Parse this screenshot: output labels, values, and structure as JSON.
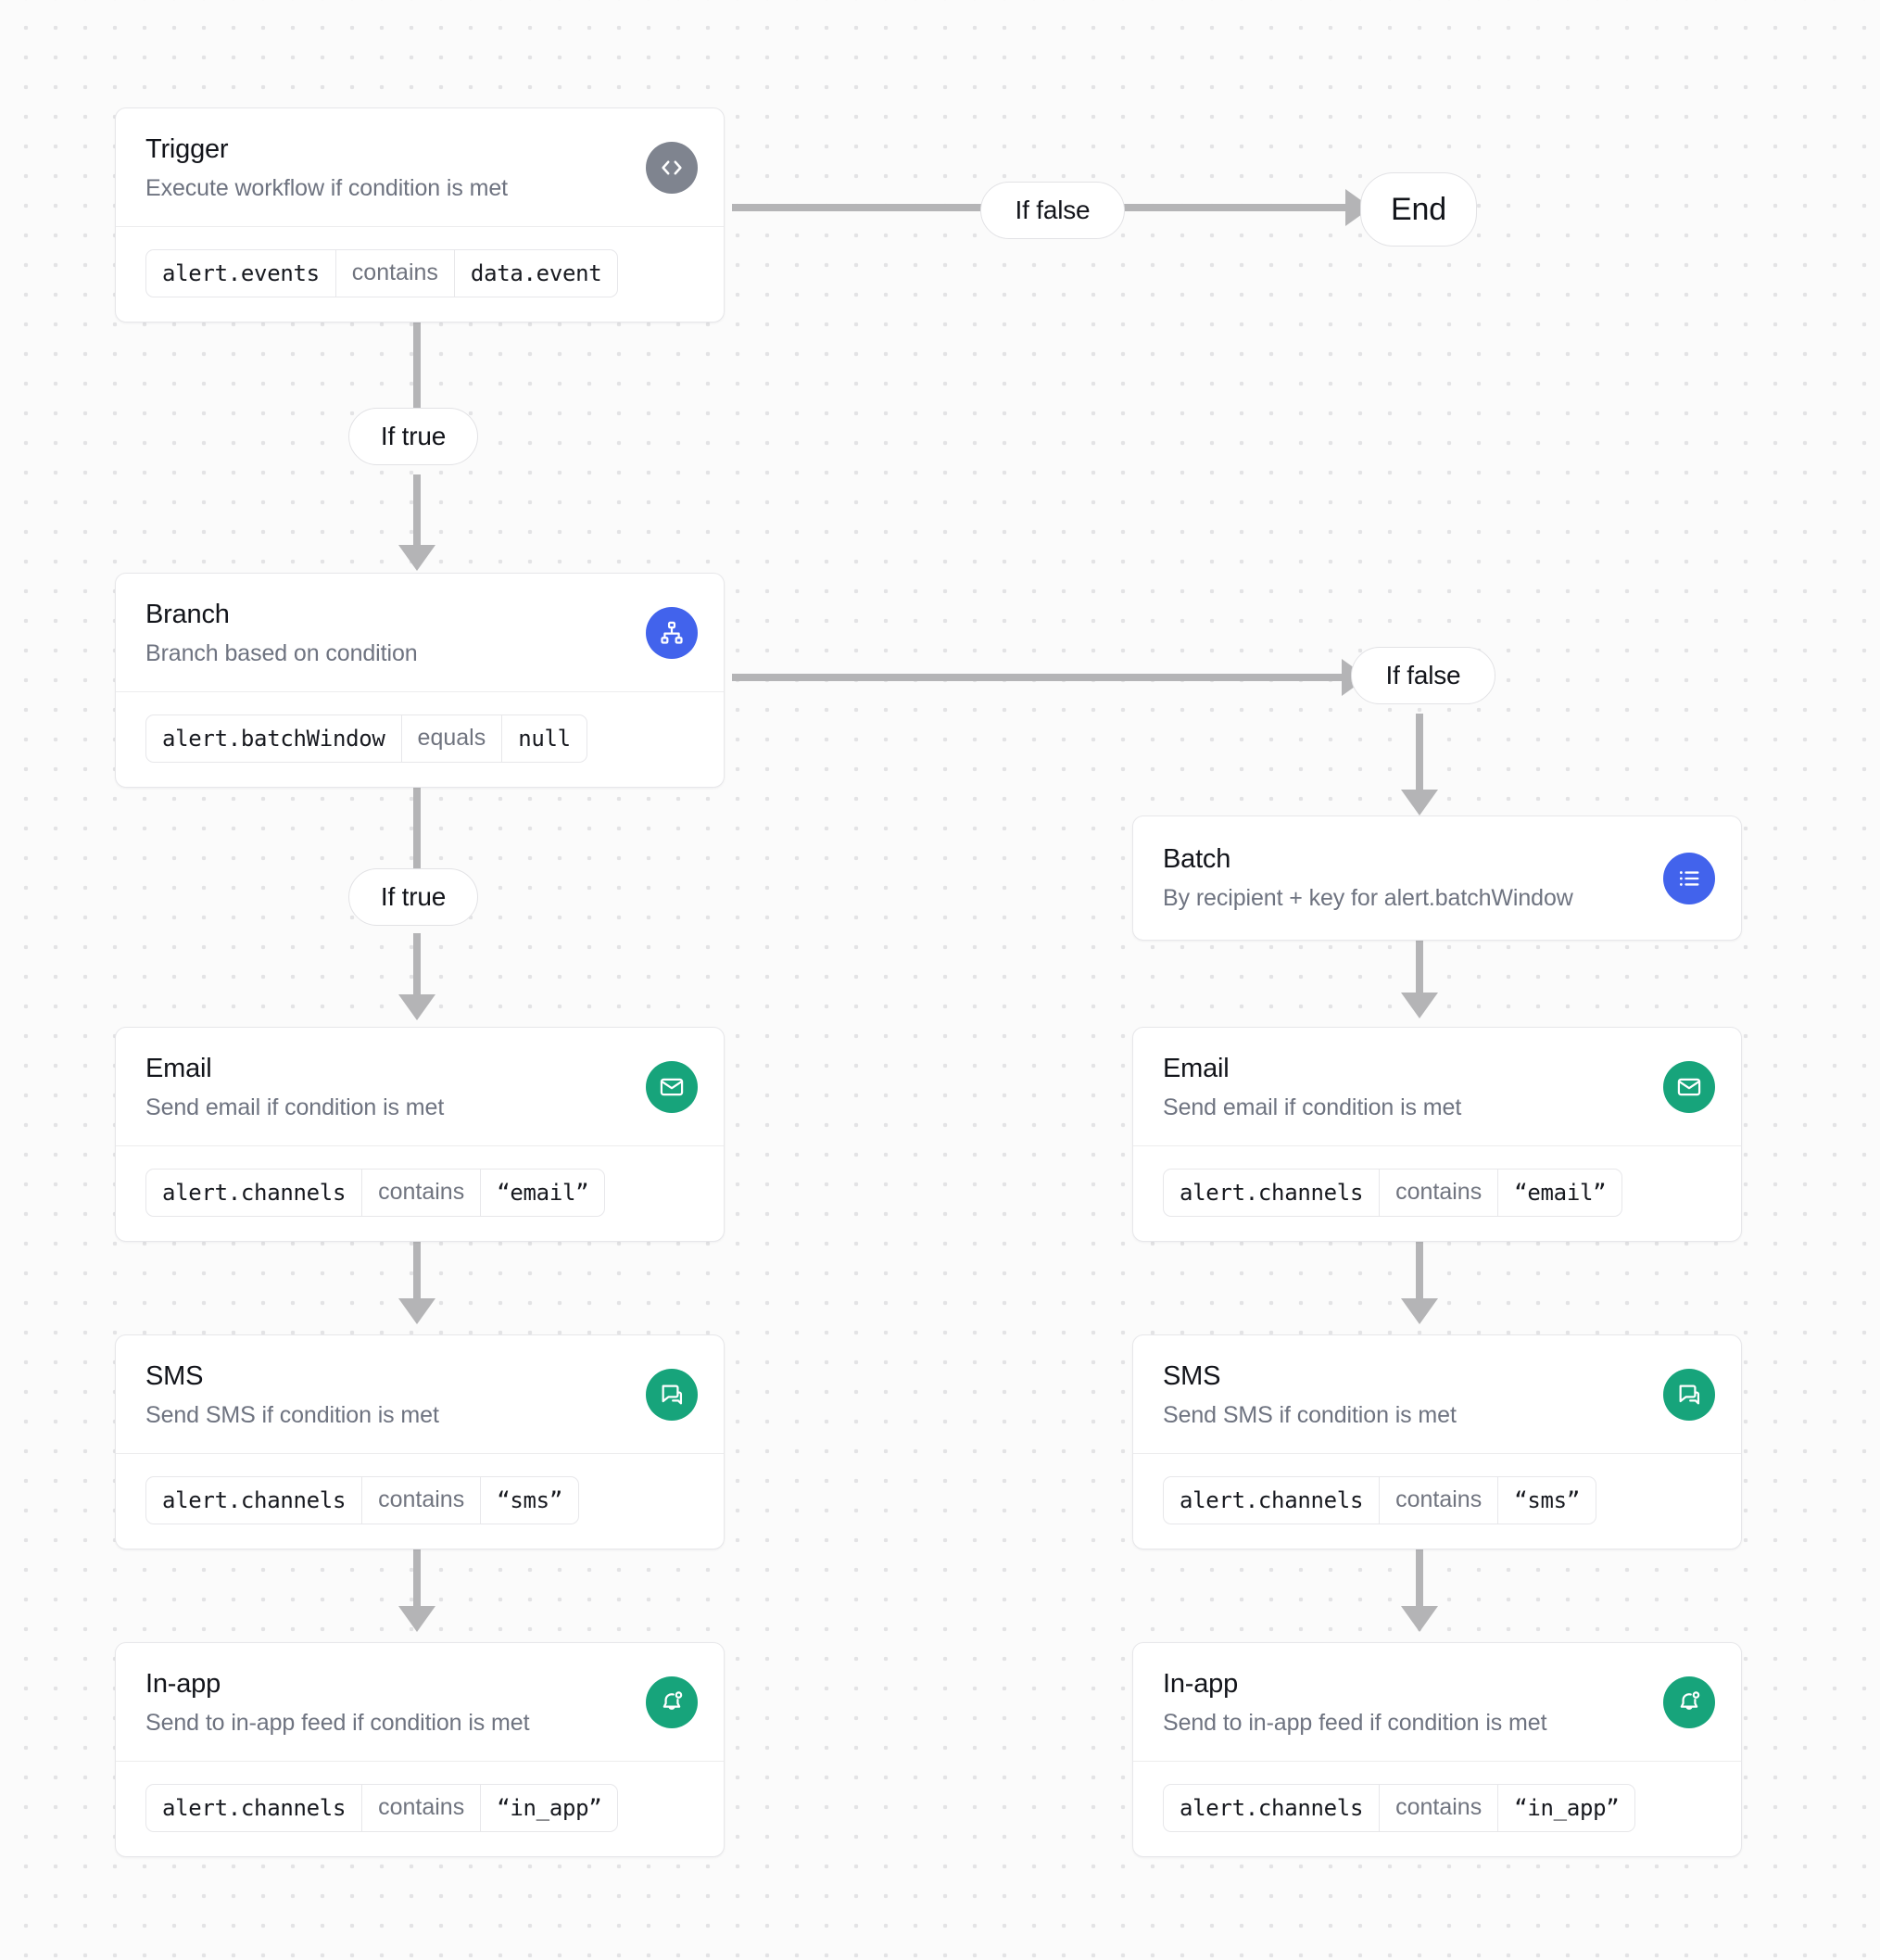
{
  "canvas": {
    "background": "#fbfbfb",
    "dot_color": "#e3e3e5"
  },
  "colors": {
    "trigger_icon_bg": "#7f848f",
    "branch_icon_bg": "#4263ec",
    "batch_icon_bg": "#4263ec",
    "channel_icon_bg": "#17a47b",
    "connector": "#b4b4b6"
  },
  "nodes": {
    "trigger": {
      "title": "Trigger",
      "subtitle": "Execute workflow if condition is met",
      "icon": "code-icon",
      "condition": {
        "field": "alert.events",
        "operator": "contains",
        "value": "data.event"
      }
    },
    "branch": {
      "title": "Branch",
      "subtitle": "Branch based on condition",
      "icon": "hierarchy-icon",
      "condition": {
        "field": "alert.batchWindow",
        "operator": "equals",
        "value": "null"
      }
    },
    "batch": {
      "title": "Batch",
      "subtitle": "By recipient + key for alert.batchWindow",
      "icon": "list-icon"
    },
    "email_left": {
      "title": "Email",
      "subtitle": "Send email if condition is met",
      "icon": "envelope-icon",
      "condition": {
        "field": "alert.channels",
        "operator": "contains",
        "value": "“email”"
      }
    },
    "sms_left": {
      "title": "SMS",
      "subtitle": "Send SMS if condition is met",
      "icon": "chat-bubble-icon",
      "condition": {
        "field": "alert.channels",
        "operator": "contains",
        "value": "“sms”"
      }
    },
    "inapp_left": {
      "title": "In-app",
      "subtitle": "Send to in-app feed if condition is met",
      "icon": "bell-icon",
      "condition": {
        "field": "alert.channels",
        "operator": "contains",
        "value": "“in_app”"
      }
    },
    "email_right": {
      "title": "Email",
      "subtitle": "Send email if condition is met",
      "icon": "envelope-icon",
      "condition": {
        "field": "alert.channels",
        "operator": "contains",
        "value": "“email”"
      }
    },
    "sms_right": {
      "title": "SMS",
      "subtitle": "Send SMS if condition is met",
      "icon": "chat-bubble-icon",
      "condition": {
        "field": "alert.channels",
        "operator": "contains",
        "value": "“sms”"
      }
    },
    "inapp_right": {
      "title": "In-app",
      "subtitle": "Send to in-app feed if condition is met",
      "icon": "bell-icon",
      "condition": {
        "field": "alert.channels",
        "operator": "contains",
        "value": "“in_app”"
      }
    }
  },
  "labels": {
    "trigger_false": "If false",
    "trigger_true": "If true",
    "branch_false": "If false",
    "branch_true": "If true",
    "end": "End"
  }
}
